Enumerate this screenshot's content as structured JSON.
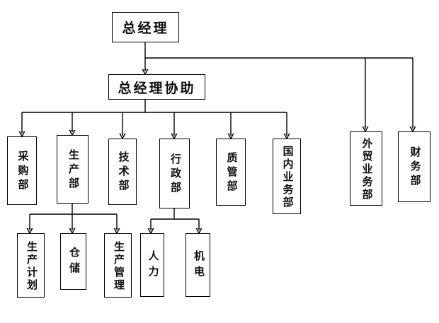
{
  "chart_type": "organization-chart",
  "title_node": {
    "label": "总经理"
  },
  "assistant_node": {
    "label": "总经理协助"
  },
  "departments": [
    {
      "id": "purchasing",
      "label": "采购部"
    },
    {
      "id": "production",
      "label": "生产部"
    },
    {
      "id": "technology",
      "label": "技术部"
    },
    {
      "id": "administration",
      "label": "行政部"
    },
    {
      "id": "quality",
      "label": "质管部"
    },
    {
      "id": "domestic-business",
      "label": "国内业务部"
    },
    {
      "id": "foreign-trade",
      "label": "外贸业务部"
    },
    {
      "id": "finance",
      "label": "财务部"
    }
  ],
  "sub_departments": [
    {
      "id": "production-plan",
      "label": "生产计划",
      "parent": "production"
    },
    {
      "id": "warehouse",
      "label": "仓储",
      "parent": "production"
    },
    {
      "id": "production-management",
      "label": "生产管理",
      "parent": "production"
    },
    {
      "id": "human-resources",
      "label": "人力",
      "parent": "administration"
    },
    {
      "id": "electromechanical",
      "label": "机电",
      "parent": "administration"
    }
  ],
  "style": {
    "line_color": "#000000",
    "box_border_color": "#000000",
    "background": "#ffffff",
    "text_color": "#10100f"
  }
}
